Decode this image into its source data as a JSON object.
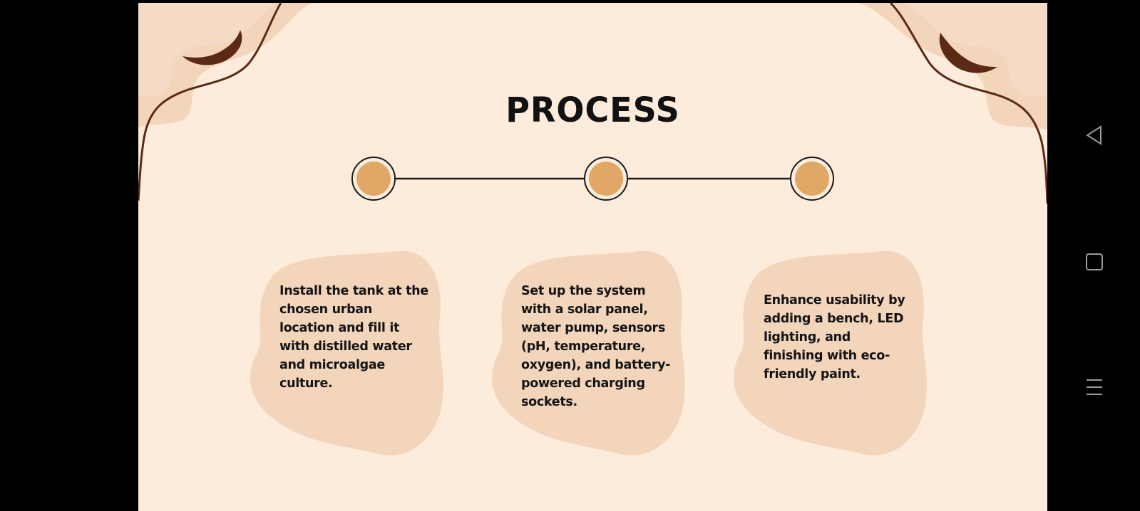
{
  "slide": {
    "title": "PROCESS",
    "steps": [
      {
        "text": "Install the tank at the chosen urban location and fill it with distilled water and microalgae culture."
      },
      {
        "text": "Set up the system with a solar panel, water pump, sensors (pH, temperature, oxygen), and battery-powered charging sockets."
      },
      {
        "text": "Enhance usability by adding a bench, LED lighting, and finishing with eco-friendly paint."
      }
    ]
  },
  "navigation": {
    "buttons": [
      {
        "icon": "back-triangle-icon"
      },
      {
        "icon": "home-square-icon"
      },
      {
        "icon": "menu-lines-icon"
      }
    ]
  },
  "colors": {
    "background": "#fdecdc",
    "blob": "#f3d5bc",
    "dot": "#e1a766",
    "line": "#1a1a1a",
    "swirl": "#5a2a14"
  }
}
